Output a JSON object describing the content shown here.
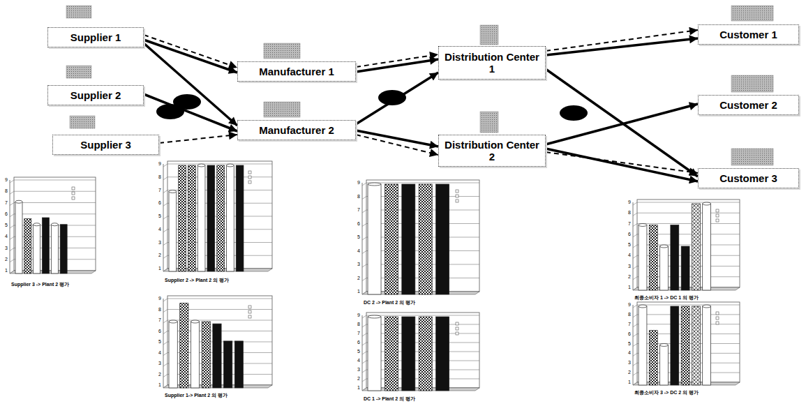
{
  "diagram": {
    "nodes": [
      {
        "text": [
          "Supplier 1"
        ]
      },
      {
        "text": [
          "Supplier 2"
        ]
      },
      {
        "text": [
          "Supplier 3"
        ]
      },
      {
        "text": [
          "Manufacturer 1"
        ]
      },
      {
        "text": [
          "Manufacturer 2"
        ]
      },
      {
        "text": [
          "Distribution Center 1"
        ]
      },
      {
        "text": [
          "Distribution Center 2"
        ]
      },
      {
        "text": [
          "Customer 1"
        ]
      },
      {
        "text": [
          "Customer 2"
        ]
      },
      {
        "text": [
          "Customer 3"
        ]
      }
    ],
    "edges": [
      {
        "from": 0,
        "to": 3,
        "arrow": "to"
      },
      {
        "from": 0,
        "to": 3,
        "arrow": "to"
      },
      {
        "from": 0,
        "to": 4,
        "arrow": "to"
      },
      {
        "from": 1,
        "to": 4,
        "arrow": "to"
      },
      {
        "from": 2,
        "to": 4,
        "arrow": "to"
      },
      {
        "from": 3,
        "to": 5,
        "arrow": "to"
      },
      {
        "from": 3,
        "to": 5,
        "arrow": "to"
      },
      {
        "from": 4,
        "to": 5,
        "arrow": "to"
      },
      {
        "from": 4,
        "to": 6,
        "arrow": "to"
      },
      {
        "from": 4,
        "to": 6,
        "arrow": "to"
      },
      {
        "from": 5,
        "to": 7,
        "arrow": "to"
      },
      {
        "from": 5,
        "to": 7,
        "arrow": "to"
      },
      {
        "from": 5,
        "to": 9,
        "arrow": "to"
      },
      {
        "from": 6,
        "to": 8,
        "arrow": "to"
      },
      {
        "from": 6,
        "to": 9,
        "arrow": "to"
      },
      {
        "from": 6,
        "to": 9,
        "arrow": "to"
      }
    ],
    "labels": [
      "9",
      "8",
      "7",
      "6",
      "5",
      "4",
      "3",
      "2",
      "1",
      "Supplier 3 -> Plant 2 평가",
      "9",
      "8",
      "7",
      "6",
      "5",
      "4",
      "3",
      "2",
      "1",
      "Supplier 2 -> Plant 2 의 평가",
      "9",
      "8",
      "7",
      "6",
      "5",
      "4",
      "3",
      "2",
      "1",
      "Supplier 1-> Plant 2 의 평가",
      "9",
      "8",
      "7",
      "6",
      "5",
      "4",
      "3",
      "2",
      "1",
      "DC 2 -> Plant 2 의 평가",
      "9",
      "8",
      "7",
      "6",
      "5",
      "4",
      "3",
      "2",
      "1",
      "DC 1 -> Plant 2 의 평가",
      "9",
      "8",
      "7",
      "6",
      "5",
      "4",
      "3",
      "2",
      "1",
      "최종소비자 1 -> DC 1 의 평가",
      "9",
      "8",
      "7",
      "6",
      "5",
      "4",
      "3",
      "2",
      "1",
      "최종소비자 3 -> DC 2 의 평가"
    ]
  }
}
